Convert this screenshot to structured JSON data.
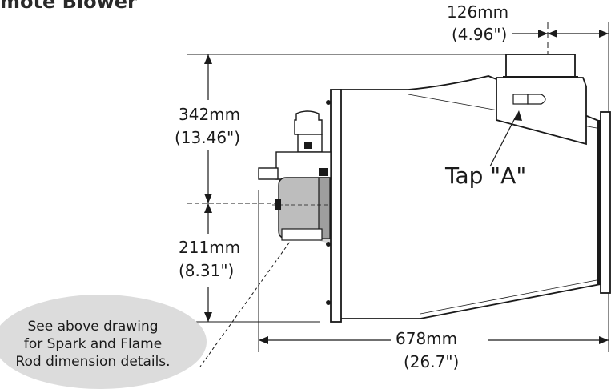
{
  "title": "mote Blower",
  "dimensions": {
    "top_width_mm": "126mm",
    "top_width_in": "(4.96\")",
    "upper_height_mm": "342mm",
    "upper_height_in": "(13.46\")",
    "lower_height_mm": "211mm",
    "lower_height_in": "(8.31\")",
    "length_mm": "678mm",
    "length_in": "(26.7\")"
  },
  "tap_label": "Tap \"A\"",
  "note": {
    "line1": "See above drawing",
    "line2": "for Spark and Flame",
    "line3": "Rod dimension details."
  },
  "colors": {
    "ink": "#1a1a1a",
    "highlight": "#d6d6d6",
    "body": "#ffffff"
  }
}
